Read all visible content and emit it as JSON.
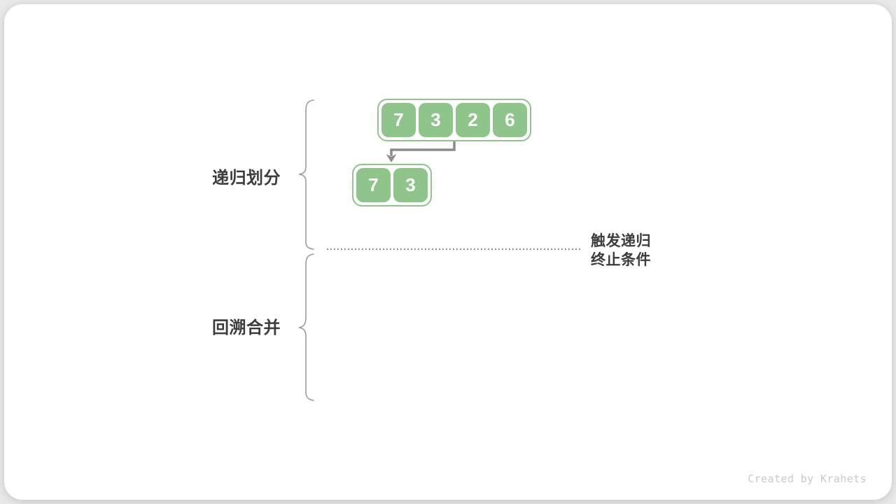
{
  "diagram": {
    "phase_labels": [
      {
        "label": "递归划分"
      },
      {
        "label": "回溯合并"
      }
    ],
    "arrays": {
      "level1": [
        "7",
        "3",
        "2",
        "6"
      ],
      "level2": [
        "7",
        "3"
      ]
    },
    "annotation": {
      "line1": "触发递归",
      "line2": "终止条件"
    },
    "colors": {
      "green": "#8fc48a",
      "arrow_gray": "#8a8a8a",
      "brace_gray": "#9a9a9a",
      "dotted_gray": "#5a5a5a",
      "text_dark": "#3c3c3c",
      "credit_gray": "#c9c9c9"
    }
  },
  "footer": {
    "credit": "Created by Krahets"
  }
}
